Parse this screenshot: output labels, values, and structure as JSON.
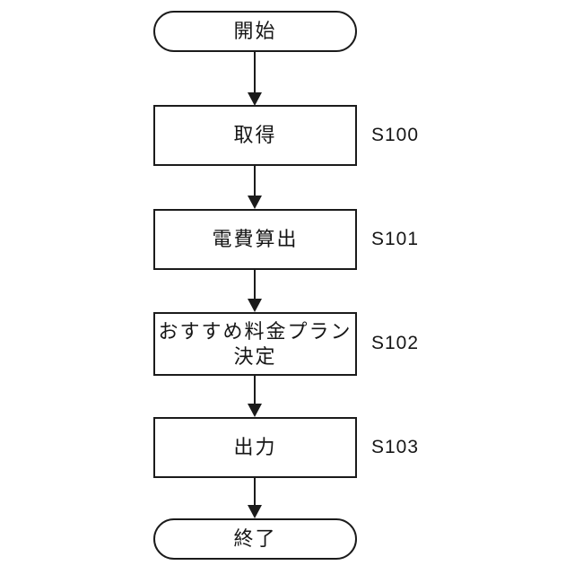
{
  "flowchart": {
    "type": "flowchart",
    "orientation": "vertical",
    "colors": {
      "line": "#1b1b1b",
      "text": "#161616",
      "background": "#ffffff"
    },
    "start": {
      "label": "開始"
    },
    "steps": [
      {
        "id": "S100",
        "label": "取得"
      },
      {
        "id": "S101",
        "label": "電費算出"
      },
      {
        "id": "S102",
        "label": "おすすめ料金プラン\n決定"
      },
      {
        "id": "S103",
        "label": "出力"
      }
    ],
    "end": {
      "label": "終了"
    }
  }
}
